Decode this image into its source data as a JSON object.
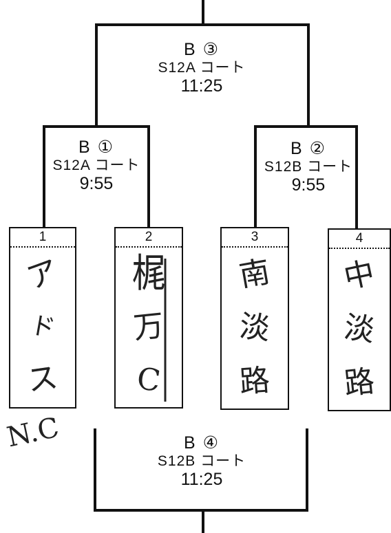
{
  "matches": {
    "m1": {
      "label": "B ①",
      "court": "S12A コート",
      "time": "9:55"
    },
    "m2": {
      "label": "B ②",
      "court": "S12B コート",
      "time": "9:55"
    },
    "m3": {
      "label": "B ③",
      "court": "S12A コート",
      "time": "11:25"
    },
    "m4": {
      "label": "B ④",
      "court": "S12B コート",
      "time": "11:25"
    }
  },
  "slots": [
    {
      "number": "1",
      "handwritten": [
        "ア",
        "ド",
        "ス"
      ]
    },
    {
      "number": "2",
      "handwritten": [
        "梶",
        "万",
        "C"
      ]
    },
    {
      "number": "3",
      "handwritten": [
        "南",
        "淡",
        "路"
      ]
    },
    {
      "number": "4",
      "handwritten": [
        "中",
        "淡",
        "路"
      ]
    }
  ],
  "note": "N.C"
}
